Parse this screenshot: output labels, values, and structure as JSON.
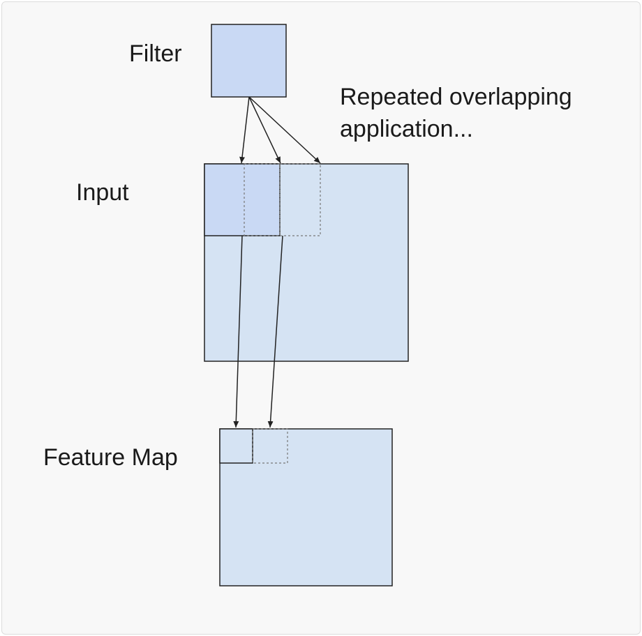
{
  "labels": {
    "filter": "Filter",
    "input": "Input",
    "feature_map": "Feature Map",
    "repeated_line1": "Repeated overlapping",
    "repeated_line2": "application..."
  },
  "colors": {
    "background": "#f8f8f8",
    "filter_fill": "#c9d9f4",
    "panel_fill": "#d5e3f3",
    "stroke": "#222222",
    "dashed_stroke": "#777777"
  }
}
